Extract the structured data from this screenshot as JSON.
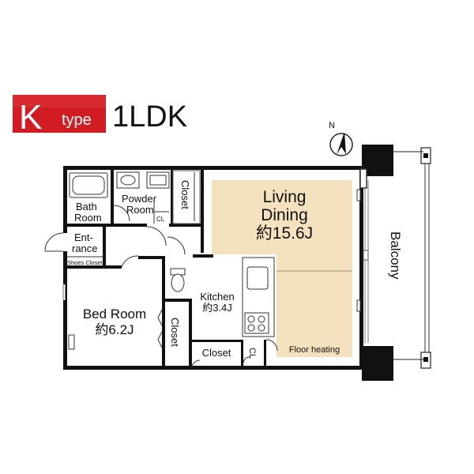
{
  "header": {
    "badge_letter": "K",
    "badge_word": "type",
    "plan_type": "1LDK",
    "badge_color": "#d21c23"
  },
  "compass": {
    "north_label": "N"
  },
  "rooms": {
    "bath": [
      "Bath",
      "Room"
    ],
    "powder": [
      "Powder",
      "Room"
    ],
    "powder_cl": "CL",
    "closet_top": "Closet",
    "entrance": [
      "Ent-",
      "rance"
    ],
    "shoes_closet": "Shoes Closet",
    "living": [
      "Living",
      "Dining",
      "約15.6J"
    ],
    "kitchen": [
      "Kitchen",
      "約3.4J"
    ],
    "bedroom": [
      "Bed Room",
      "約6.2J"
    ],
    "closet_bed": "Closet",
    "closet_bottom": "Closet",
    "cl_bottom": "CL",
    "floor_heating": "Floor heating",
    "balcony": "Balcony"
  },
  "colors": {
    "living_fill": "#f3e2bd",
    "wall": "#111111"
  }
}
